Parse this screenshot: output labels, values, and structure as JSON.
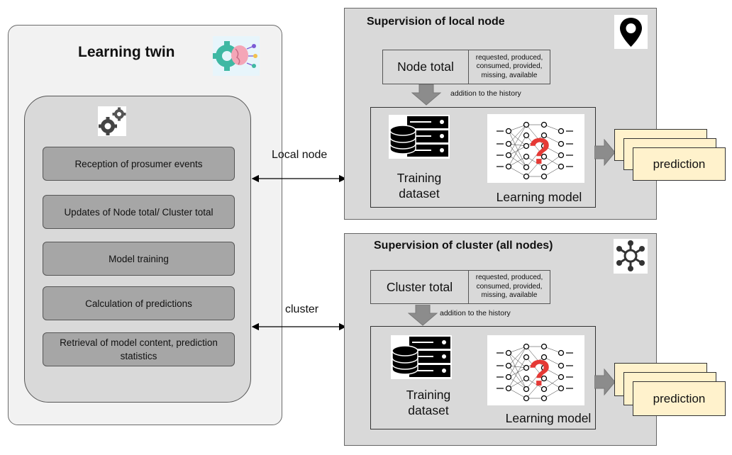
{
  "learning_twin": {
    "title": "Learning twin",
    "logo_icon": "brain-gear-icon",
    "gears_icon": "gears-icon",
    "functions": [
      "Reception of prosumer events",
      "Updates of Node total/ Cluster total",
      "Model training",
      "Calculation of predictions",
      "Retrieval of model content, prediction statistics"
    ]
  },
  "connections": {
    "local": "Local node",
    "cluster": "cluster"
  },
  "local_node": {
    "title": "Supervision of local node",
    "icon": "location-pin-icon",
    "total_label": "Node total",
    "attributes": "requested, produced, consumed, provided, missing, available",
    "history_label": "addition to the history",
    "dataset_label": "Training dataset",
    "model_label": "Learning model",
    "prediction_label": "prediction"
  },
  "cluster": {
    "title": "Supervision of cluster (all nodes)",
    "icon": "network-hub-icon",
    "total_label": "Cluster total",
    "attributes": "requested, produced, consumed, provided, missing, available",
    "history_label": "addition to the history",
    "dataset_label": "Training dataset",
    "model_label": "Learning model",
    "prediction_label": "prediction"
  },
  "colors": {
    "panel": "#d9d9d9",
    "function_box": "#a6a6a6",
    "prediction": "#fff2cc",
    "question_mark": "#e53935"
  }
}
